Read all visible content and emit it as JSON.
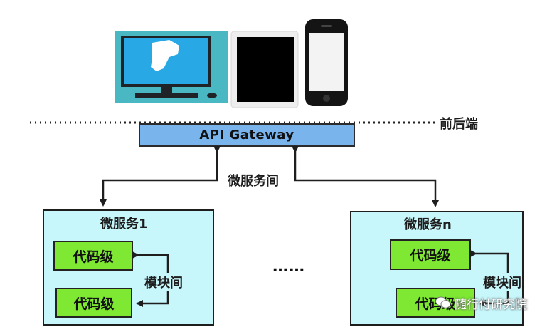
{
  "frontend_label": "前后端",
  "gateway_label": "API Gateway",
  "inter_service_label": "微服务间",
  "service_left": {
    "title": "微服务1",
    "code_top": "代码级",
    "code_bottom": "代码级",
    "module_label": "模块间"
  },
  "service_right": {
    "title": "微服务n",
    "code_top": "代码级",
    "code_bottom": "代码级",
    "module_label": "模块间"
  },
  "ellipsis": "……",
  "watermark": "随行付研究院",
  "devices": [
    "desktop-monitor",
    "tablet",
    "smartphone"
  ]
}
